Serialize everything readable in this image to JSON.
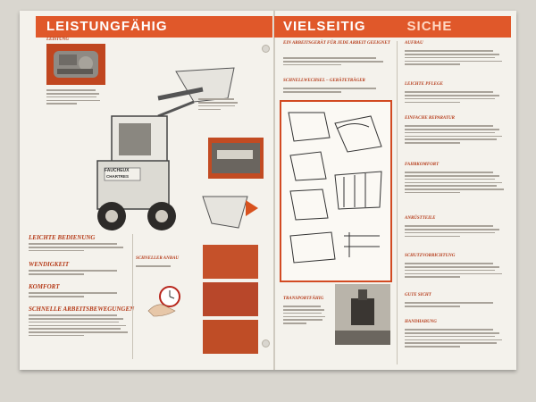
{
  "left": {
    "banner": "LEISTUNGFÄHIG",
    "leistung_title": "LEISTUNG",
    "brand": "FAUCHEUX",
    "model": "CHARTRES",
    "sections": [
      {
        "title": "LEICHTE BEDIENUNG"
      },
      {
        "title": "WENDIGKEIT"
      },
      {
        "title": "KOMFORT"
      },
      {
        "title": "SCHNELLE ARBEITSBEWEGUNGEN"
      }
    ],
    "schnell_anbau_title": "SCHNELLER ANBAU"
  },
  "right": {
    "banner_left": "VIELSEITIG",
    "banner_right": "SICHE",
    "col1": [
      {
        "title": "EIN ARBEITSGERÄT FÜR JEDE ARBEIT GEEIGNET"
      },
      {
        "title": "SCHNELLWECHSEL – GERÄTETRÄGER"
      },
      {
        "title": "TRANSPORTFÄHIG"
      }
    ],
    "col2": [
      {
        "title": "AUFBAU"
      },
      {
        "title": "LEICHTE PFLEGE"
      },
      {
        "title": "EINFACHE REPARATUR"
      },
      {
        "title": "FAHRKOMFORT"
      },
      {
        "title": "ANRÜSTTEILE"
      },
      {
        "title": "SCHUTZVORRICHTUNG"
      },
      {
        "title": "GUTE SICHT"
      },
      {
        "title": "HANDHABUNG"
      }
    ]
  },
  "colors": {
    "accent": "#e0582a",
    "heading": "#b53a18",
    "paper": "#f4f2ec"
  }
}
